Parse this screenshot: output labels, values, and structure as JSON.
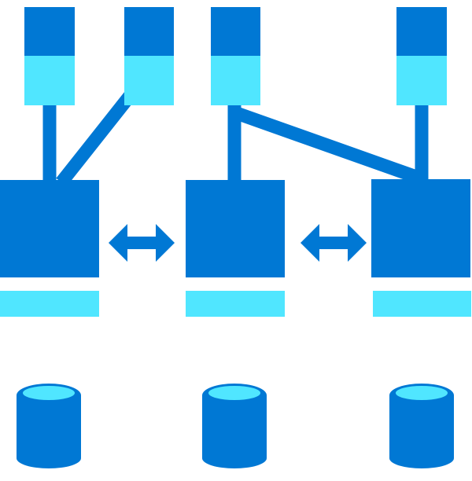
{
  "colors": {
    "primary": "#0078d4",
    "accent": "#50e6ff",
    "background": "#ffffff"
  },
  "diagram": {
    "clients": [
      {
        "name": "client-1",
        "icon": "client-node"
      },
      {
        "name": "client-2",
        "icon": "client-node"
      },
      {
        "name": "client-3",
        "icon": "client-node"
      },
      {
        "name": "client-4",
        "icon": "client-node"
      }
    ],
    "servers": [
      {
        "name": "server-1",
        "icon": "server-node"
      },
      {
        "name": "server-2",
        "icon": "server-node"
      },
      {
        "name": "server-3",
        "icon": "server-node"
      }
    ],
    "databases": [
      {
        "name": "database-1",
        "icon": "database-icon"
      },
      {
        "name": "database-2",
        "icon": "database-icon"
      },
      {
        "name": "database-3",
        "icon": "database-icon"
      }
    ],
    "links": [
      {
        "from": "client-1",
        "to": "server-1"
      },
      {
        "from": "client-2",
        "to": "server-1"
      },
      {
        "from": "client-3",
        "to": "server-2"
      },
      {
        "from": "client-3",
        "to": "server-3"
      },
      {
        "from": "client-4",
        "to": "server-3"
      }
    ],
    "replication": [
      {
        "between": [
          "server-1",
          "server-2"
        ],
        "icon": "double-arrow-icon"
      },
      {
        "between": [
          "server-2",
          "server-3"
        ],
        "icon": "double-arrow-icon"
      }
    ]
  }
}
